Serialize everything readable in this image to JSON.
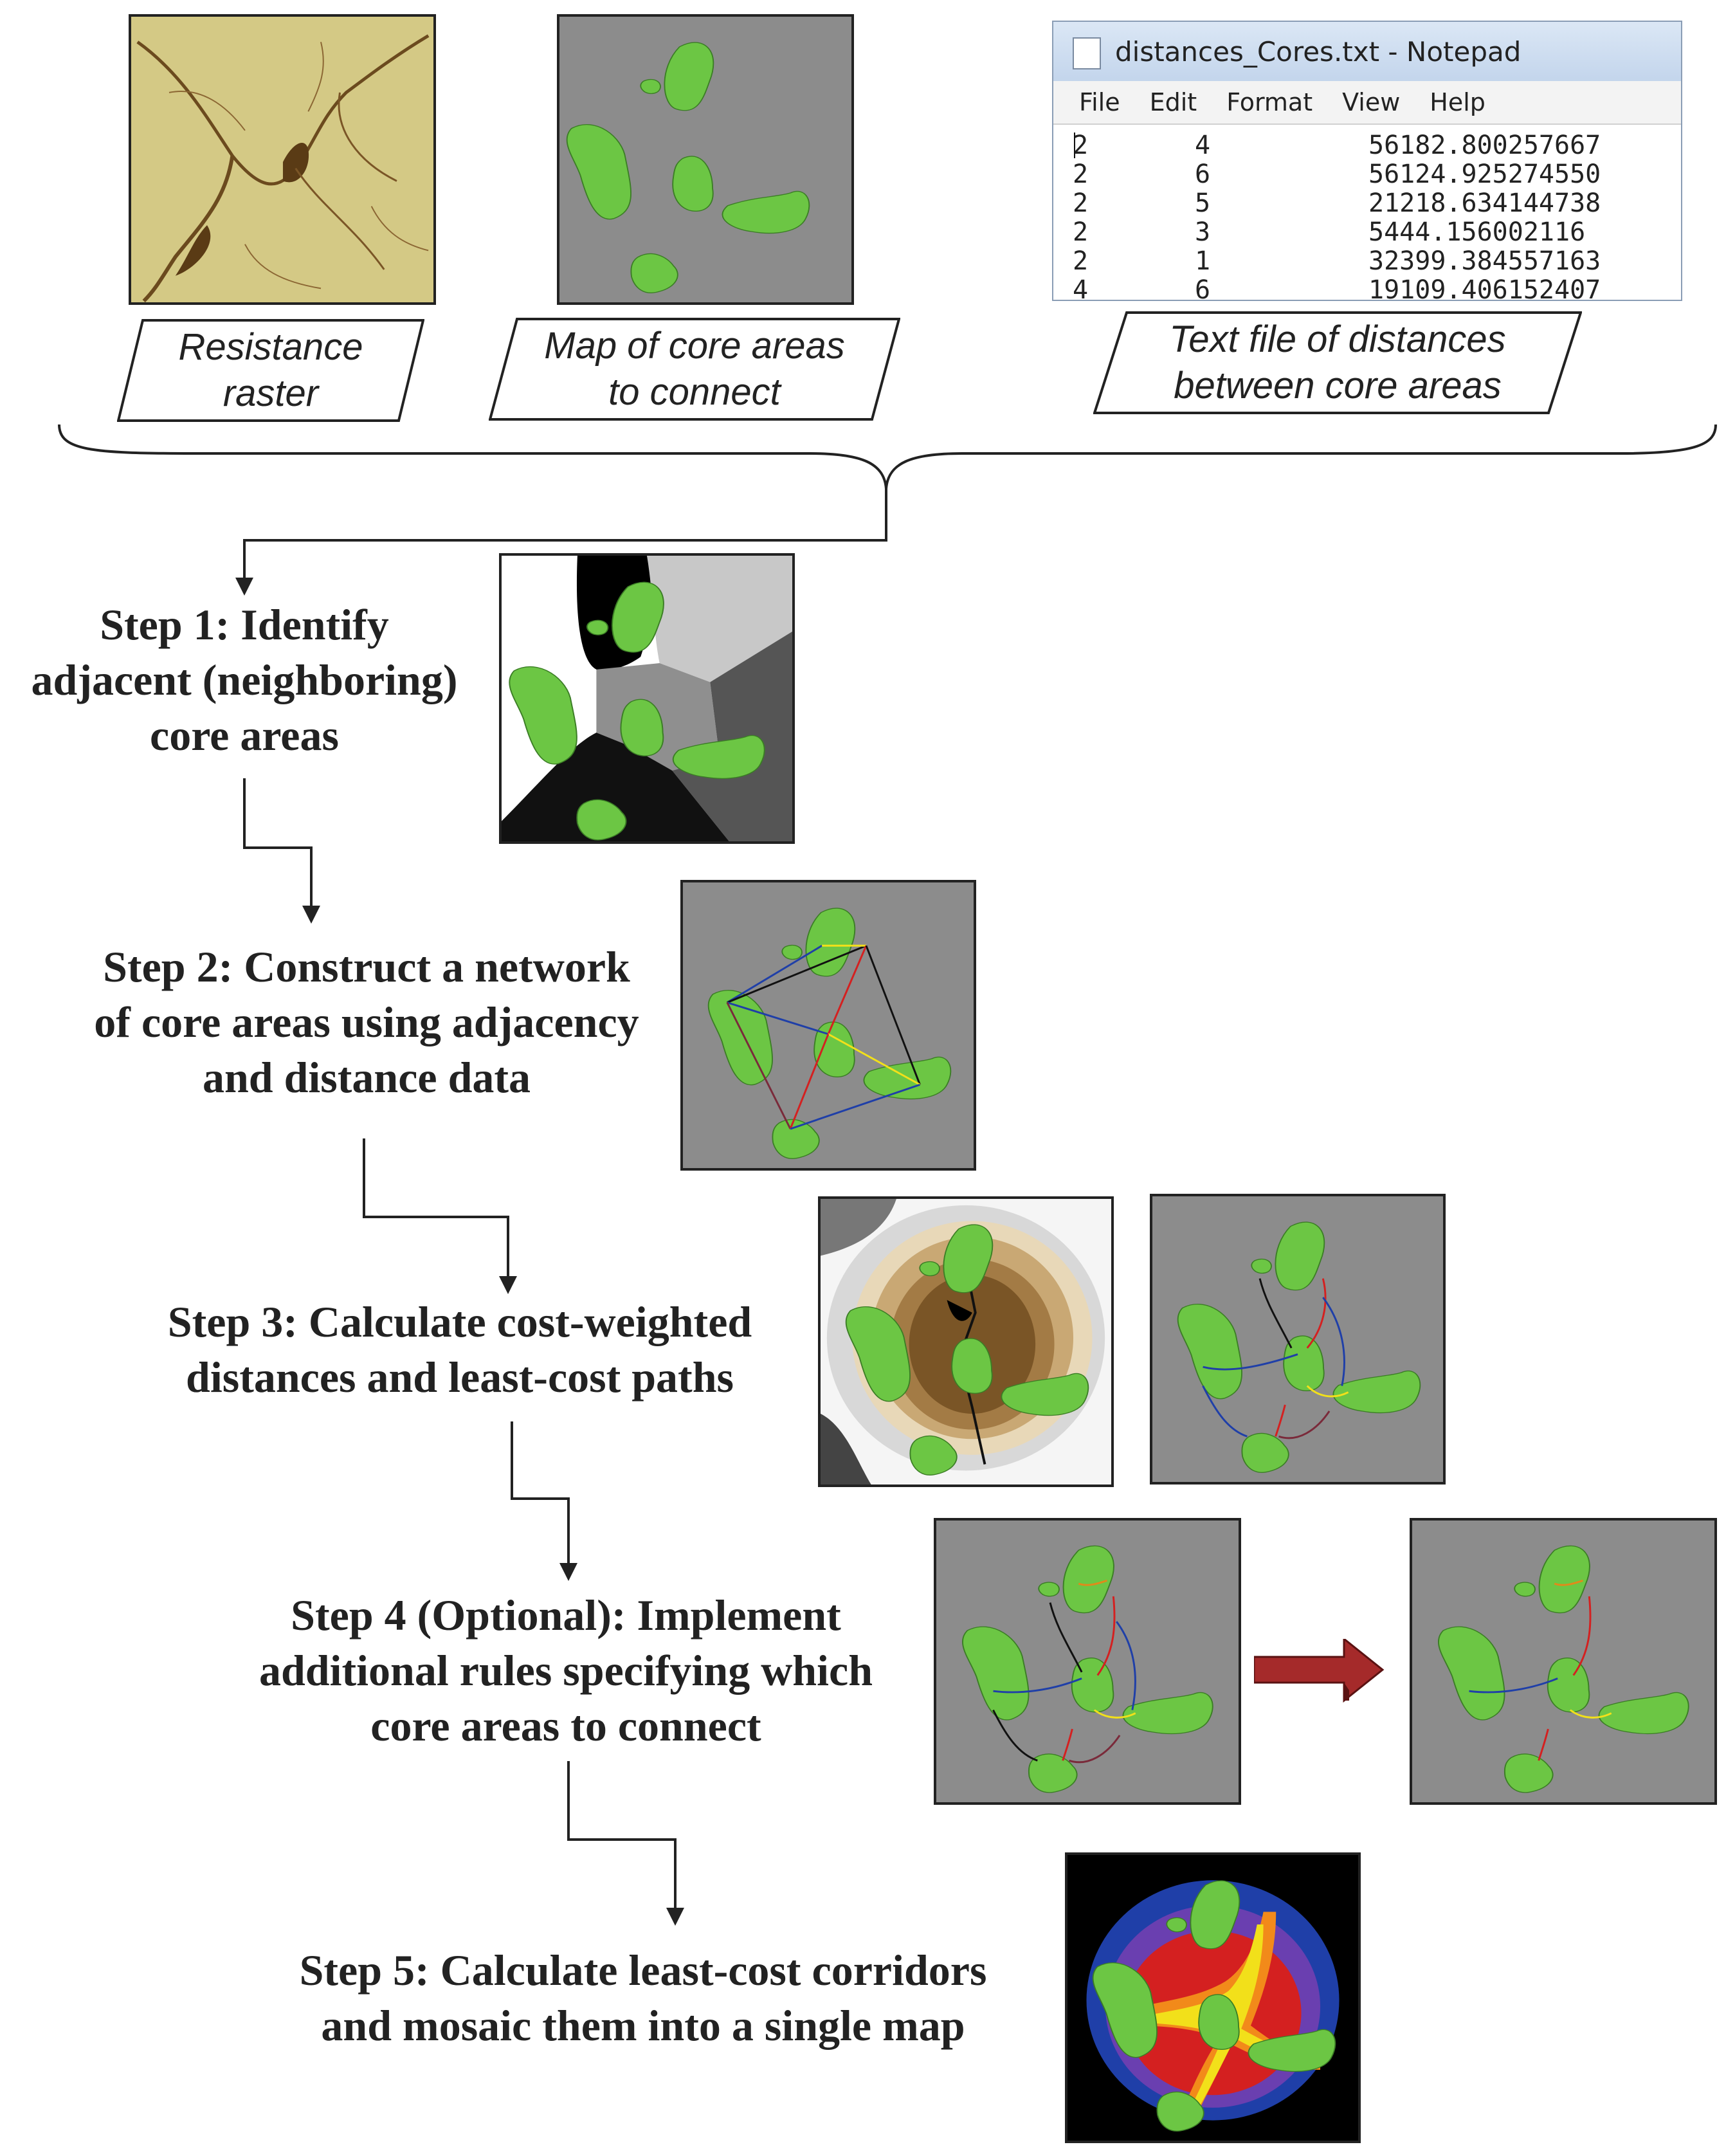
{
  "inputs": {
    "resistance_label": [
      "Resistance",
      "raster"
    ],
    "core_map_label": [
      "Map of core areas",
      "to connect"
    ],
    "distances_label": [
      "Text file of distances",
      "between core areas"
    ]
  },
  "notepad": {
    "title": "distances_Cores.txt - Notepad",
    "menu": [
      "File",
      "Edit",
      "Format",
      "View",
      "Help"
    ],
    "rows": [
      [
        "2",
        "4",
        "56182.800257667"
      ],
      [
        "2",
        "6",
        "56124.925274550"
      ],
      [
        "2",
        "5",
        "21218.634144738"
      ],
      [
        "2",
        "3",
        "5444.156002116"
      ],
      [
        "2",
        "1",
        "32399.384557163"
      ],
      [
        "4",
        "6",
        "19109.406152407"
      ]
    ]
  },
  "steps": {
    "step1": [
      "Step 1: Identify",
      "adjacent (neighboring)",
      "core areas"
    ],
    "step2": [
      "Step 2: Construct a network",
      "of core areas using adjacency",
      "and distance data"
    ],
    "step3": [
      "Step 3: Calculate cost-weighted",
      "distances and least-cost paths"
    ],
    "step4": [
      "Step 4 (Optional): Implement",
      "additional rules specifying which",
      "core areas to connect"
    ],
    "step5": [
      "Step 5: Calculate least-cost corridors",
      "and mosaic them into a single map"
    ]
  },
  "colors": {
    "core_green": "#6cc644",
    "panel_gray": "#8c8c8c",
    "arrow_red": "#a52a2a",
    "link_blue": "#1f3fa8",
    "link_red": "#d42020",
    "link_yellow": "#f2e01a"
  }
}
